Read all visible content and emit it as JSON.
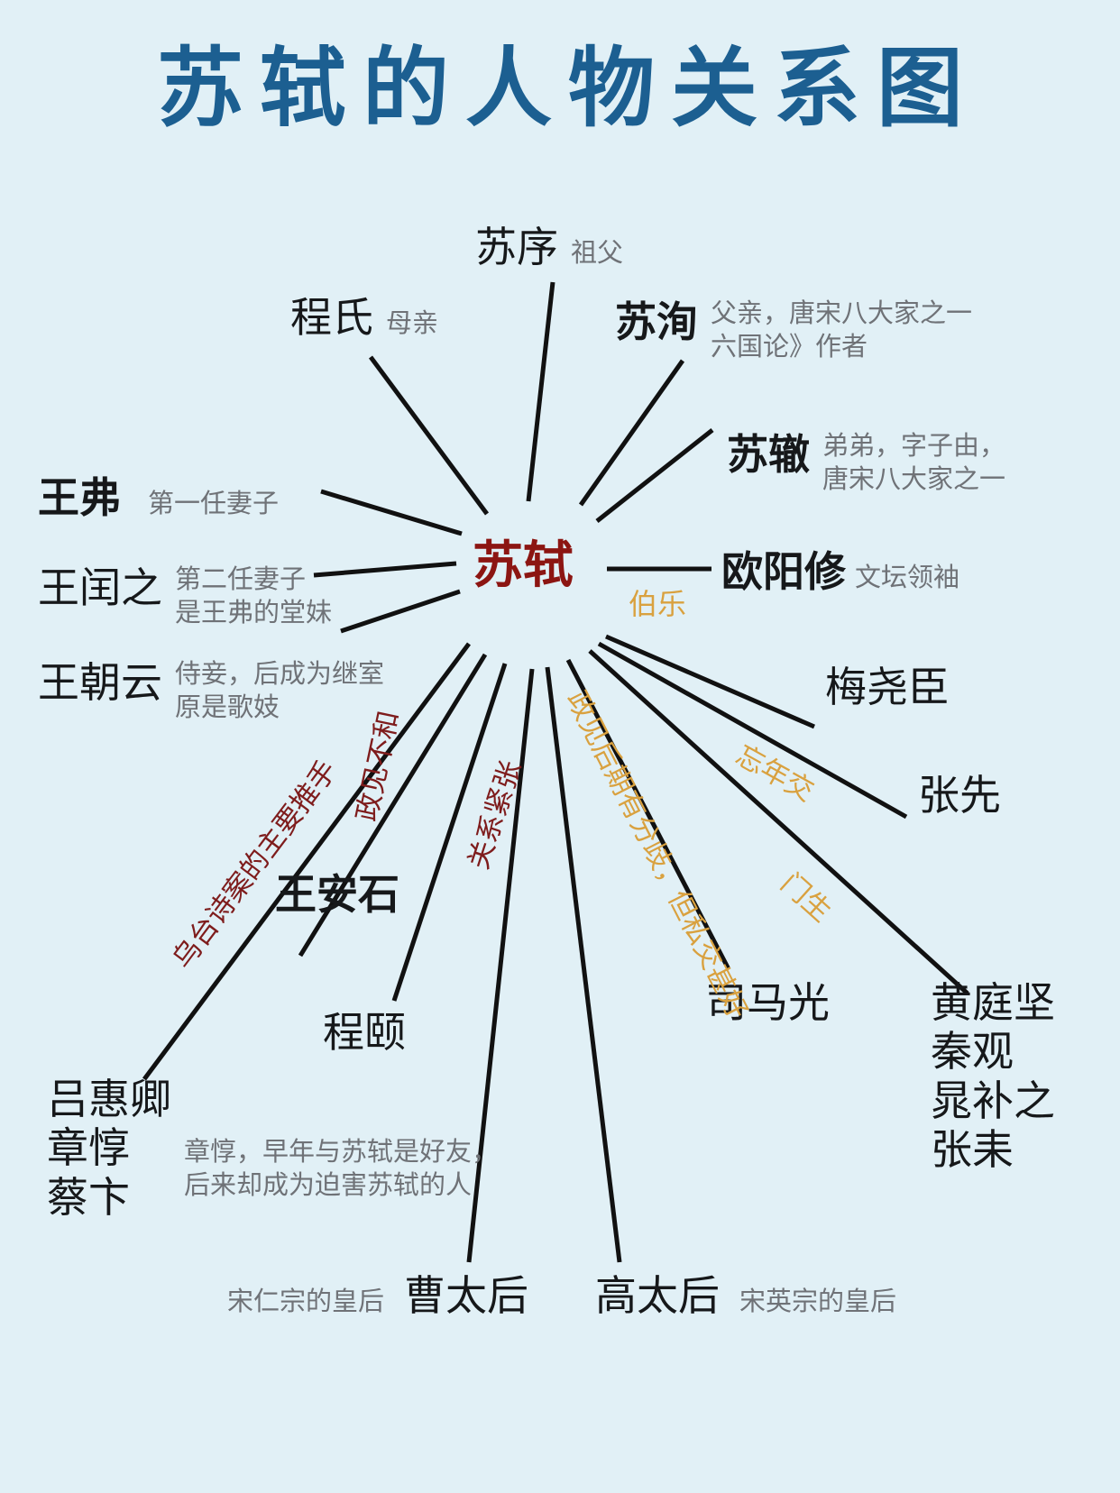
{
  "page": {
    "title": "苏轼的人物关系图",
    "background_color": "#e1f0f6",
    "title_color": "#1c5f91",
    "center_color": "#8c1512",
    "gold_label_color": "#d9a13f",
    "maroon_label_color": "#7e1c1c",
    "note_color": "#6f7277"
  },
  "center": {
    "name": "苏轼"
  },
  "nodes": {
    "su_xu": {
      "name": "苏序",
      "note": "祖父"
    },
    "cheng_shi": {
      "name": "程氏",
      "note": "母亲"
    },
    "su_xun": {
      "name": "苏洵",
      "note_line1": "父亲，唐宋八大家之一",
      "note_line2": "六国论》作者"
    },
    "su_zhe": {
      "name": "苏辙",
      "note_line1": "弟弟，字子由，",
      "note_line2": "唐宋八大家之一"
    },
    "wang_fu": {
      "name": "王弗",
      "note": "第一任妻子"
    },
    "wang_runzhi": {
      "name": "王闰之",
      "note_line1": "第二任妻子",
      "note_line2": "是王弗的堂妹"
    },
    "wang_chaoyun": {
      "name": "王朝云",
      "note_line1": "侍妾，后成为继室",
      "note_line2": "原是歌妓"
    },
    "ouyang_xiu": {
      "name": "欧阳修",
      "note": "文坛领袖"
    },
    "mei_yaochen": {
      "name": "梅尧臣"
    },
    "zhang_xian": {
      "name": "张先"
    },
    "disciples": {
      "line1": "黄庭坚",
      "line2": "秦观",
      "line3": "晁补之",
      "line4": "张耒"
    },
    "sima_guang": {
      "name": "司马光"
    },
    "wang_anshi": {
      "name": "王安石"
    },
    "cheng_yi": {
      "name": "程颐"
    },
    "opponents": {
      "line1": "吕惠卿",
      "line2": "章惇",
      "line3": "蔡卞",
      "note_line1": "章惇，早年与苏轼是好友，",
      "note_line2": "后来却成为迫害苏轼的人"
    },
    "cao_taihou": {
      "name": "曹太后",
      "note": "宋仁宗的皇后"
    },
    "gao_taihou": {
      "name": "高太后",
      "note": "宋英宗的皇后"
    }
  },
  "edge_labels": {
    "bole": "伯乐",
    "wangnianjiao": "忘年交",
    "mensheng": "门生",
    "sima_relation": "政见后期有分歧，但私交甚好",
    "zhengjian_buhe": "政见不和",
    "guanxi_jinzhang": "关系紧张",
    "wutai": "乌台诗案的主要推手"
  }
}
